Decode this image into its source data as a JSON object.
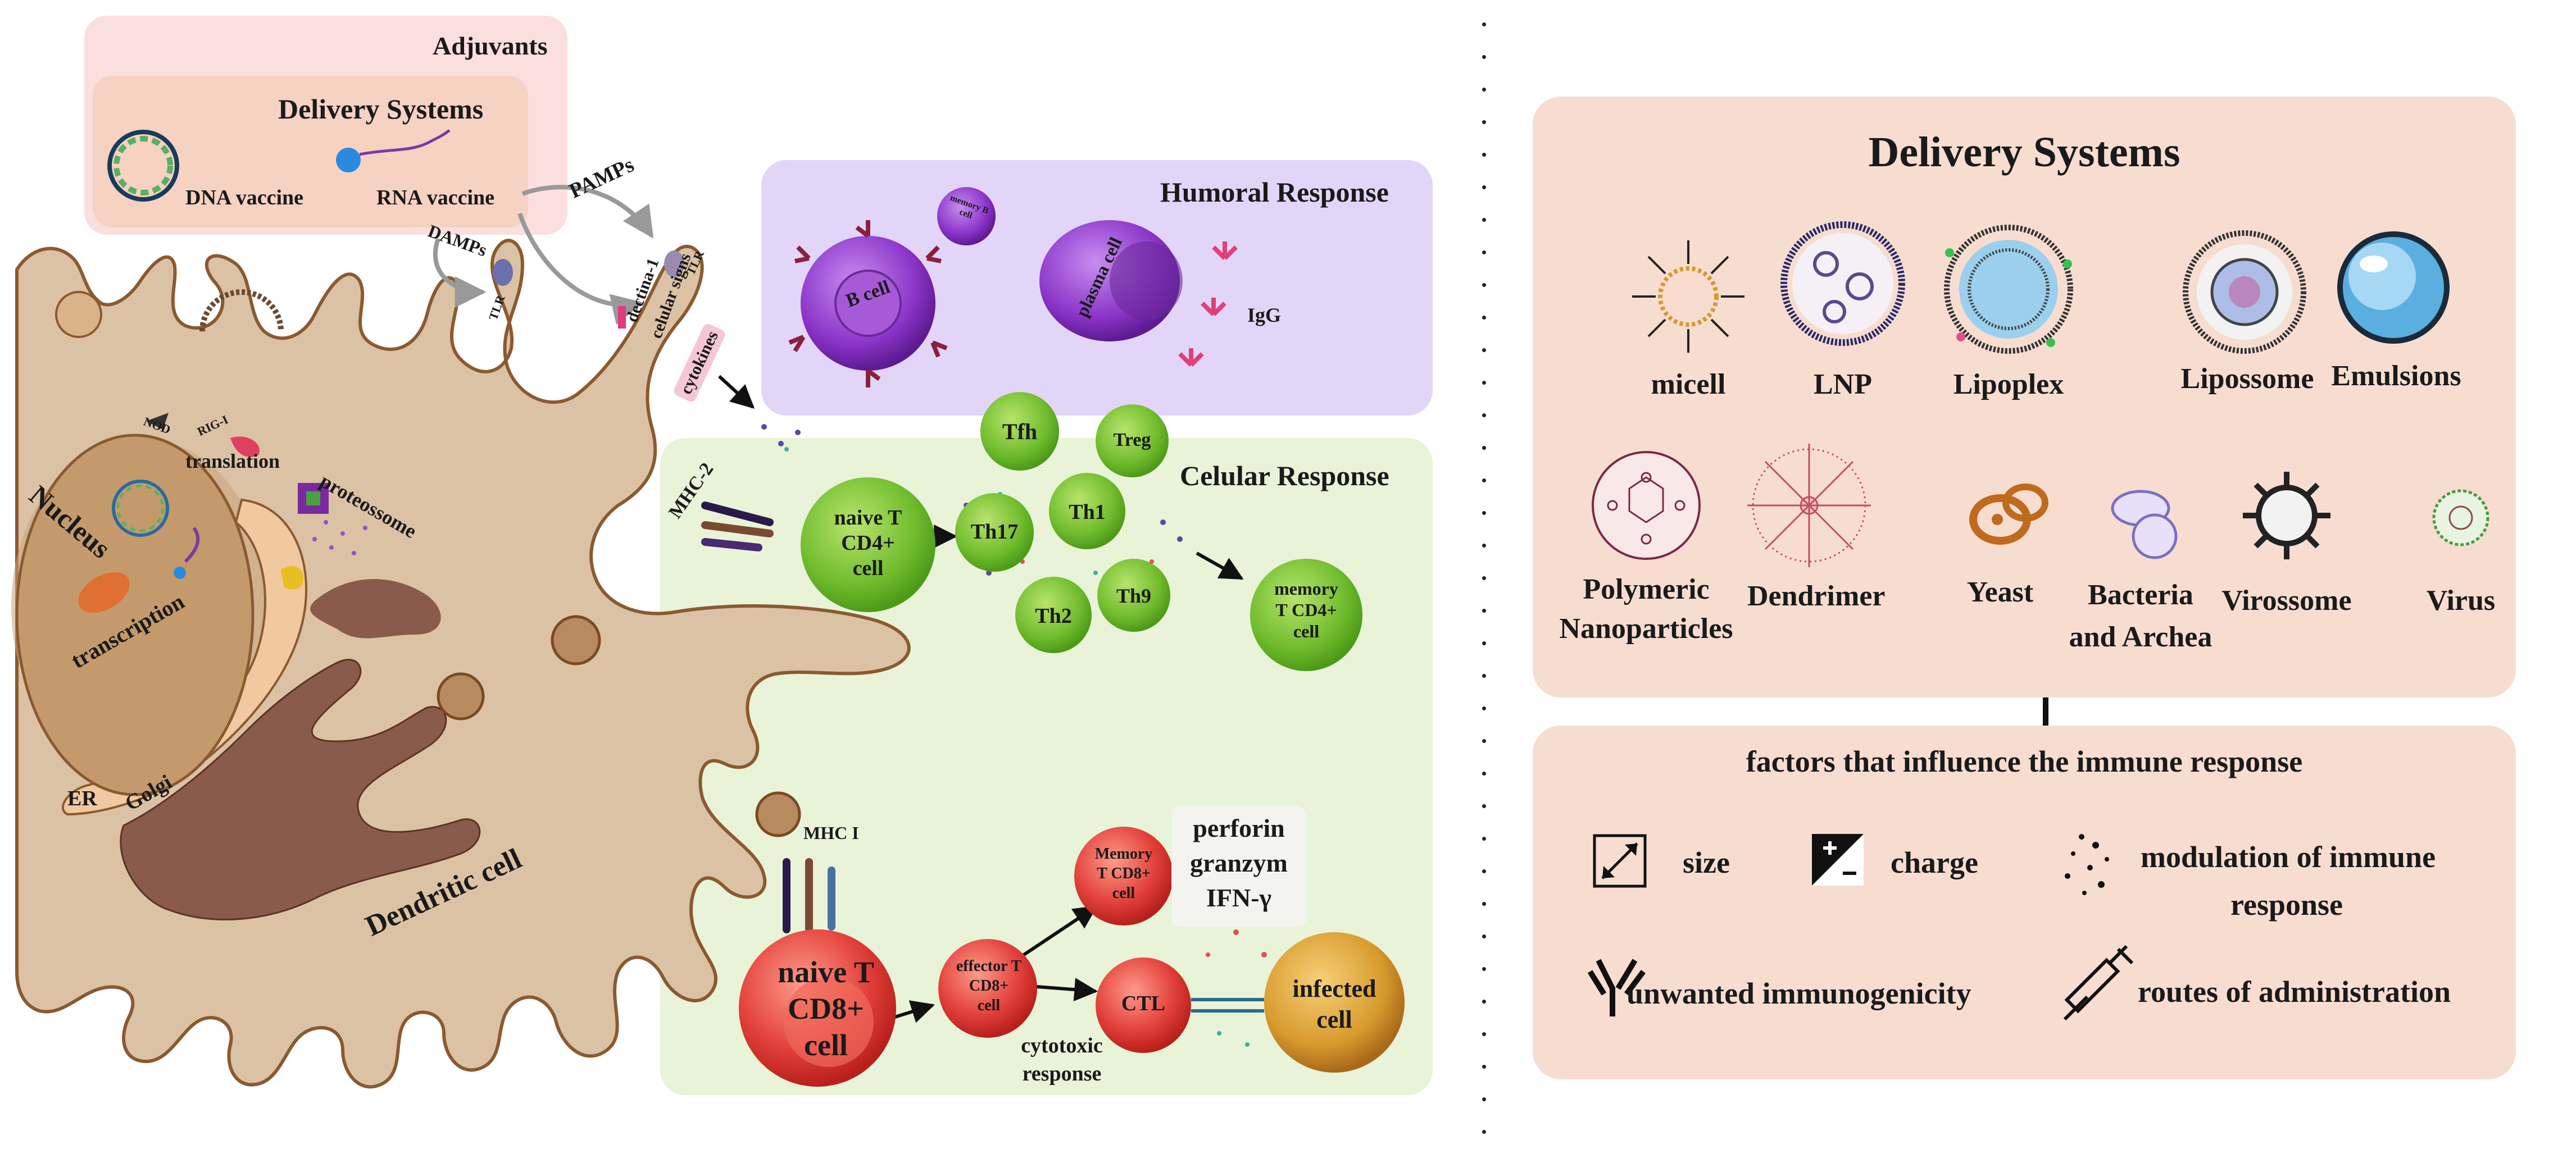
{
  "adjuvants": {
    "title": "Adjuvants"
  },
  "delivery_left": {
    "title": "Delivery Systems",
    "dna": "DNA vaccine",
    "rna": "RNA vaccine"
  },
  "signals": {
    "pamps": "PAMPs",
    "damps": "DAMPs",
    "tlr": "TLR",
    "tlr2": "TLR",
    "dectin": "dectina-1",
    "cellular_signs": "celular signs",
    "cytokines": "cytokines"
  },
  "dendritic": {
    "label": "Dendritic cell",
    "nucleus": "Nucleus",
    "transcription": "transcription",
    "er": "ER",
    "golgi": "Golgi",
    "nod": "NOD",
    "rig": "RIG-I",
    "translation": "translation",
    "proteasome": "proteossome",
    "mhc2": "MHC-2",
    "mhc1": "MHC I"
  },
  "humoral": {
    "title": "Humoral Response",
    "b_cell": "B cell",
    "memory_b": "memory B cell",
    "plasma": "plasma cell",
    "igg": "IgG"
  },
  "cellular": {
    "title": "Celular Response",
    "naive_cd4_l1": "naive T",
    "naive_cd4_l2": "CD4+",
    "naive_cd4_l3": "cell",
    "tfh": "Tfh",
    "treg": "Treg",
    "th17": "Th17",
    "th1": "Th1",
    "th2": "Th2",
    "th9": "Th9",
    "mem_cd4_l1": "memory",
    "mem_cd4_l2": "T CD4+",
    "mem_cd4_l3": "cell",
    "naive_cd8_l1": "naive T",
    "naive_cd8_l2": "CD8+",
    "naive_cd8_l3": "cell",
    "eff_l1": "effector T",
    "eff_l2": "CD8+",
    "eff_l3": "cell",
    "mem_cd8_l1": "Memory",
    "mem_cd8_l2": "T CD8+",
    "mem_cd8_l3": "cell",
    "ctl": "CTL",
    "infected_l1": "infected",
    "infected_l2": "cell",
    "perforin": "perforin",
    "granzym": "granzym",
    "ifn": "IFN-γ",
    "cytotoxic_l1": "cytotoxic",
    "cytotoxic_l2": "response"
  },
  "delivery_right": {
    "title": "Delivery Systems",
    "items": [
      "micell",
      "LNP",
      "Lipoplex",
      "Lipossome",
      "Emulsions"
    ],
    "items2": [
      {
        "l1": "Polymeric",
        "l2": "Nanoparticles"
      },
      {
        "l1": "Dendrimer",
        "l2": ""
      },
      {
        "l1": "Yeast",
        "l2": ""
      },
      {
        "l1": "Bacteria",
        "l2": "and Archea"
      },
      {
        "l1": "Virossome",
        "l2": ""
      },
      {
        "l1": "Virus",
        "l2": ""
      }
    ]
  },
  "factors": {
    "title": "factors that influence the immune response",
    "size": "size",
    "charge": "charge",
    "modulation_l1": "modulation of immune",
    "modulation_l2": "response",
    "unwanted": "unwanted immunogenicity",
    "routes": "routes of administration"
  },
  "colors": {
    "adjuvant_bg": "#fbdede",
    "delivery_bg": "#f6d2c2",
    "humoral_bg": "#e3d5f8",
    "cellular_bg": "#e8f3d8",
    "cell_body": "#dcc2a4",
    "right_panel": "#f7ddd0",
    "green_cell": "#7cc23a",
    "red_cell": "#e4403c",
    "purple_cell": "#8a34c8"
  }
}
